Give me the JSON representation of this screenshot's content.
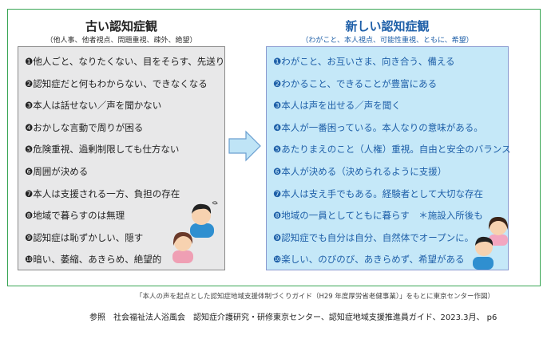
{
  "old_view": {
    "title": "古い認知症観",
    "subtitle": "（他人事、他者視点、問題重視、疎外、絶望）",
    "items": [
      "❶他人ごと、なりたくない、目をそらす、先送り",
      "❷認知症だと何もわからない、できなくなる",
      "❸本人は話せない／声を聞かない",
      "❹おかしな言動で周りが困る",
      "❺危険重視、過剰制限しても仕方ない",
      "❻周囲が決める",
      "❼本人は支援される一方、負担の存在",
      "❽地域で暮らすのは無理",
      "❾認知症は恥ずかしい、隠す",
      "❿暗い、萎縮、あきらめ、絶望的"
    ]
  },
  "new_view": {
    "title": "新しい認知症観",
    "subtitle": "（わがこと、本人視点、可能性重視、ともに、希望）",
    "items": [
      "❶わがこと、お互いさま、向き合う、備える",
      "❷わかること、できることが豊富にある",
      "❸本人は声を出せる／声を聞く",
      "❹本人が一番困っている。本人なりの意味がある。",
      "❺あたりまえのこと（人権）重視。自由と安全のバランス",
      "❻本人が決める（決められるように支援）",
      "❼本人は支え手でもある。経験者として大切な存在",
      "❽地域の一員としてともに暮らす　＊施設入所後も",
      "❾認知症でも自分は自分、自然体でオープンに。",
      "❿楽しい、のびのび、あきらめず、希望がある"
    ]
  },
  "source_note": "「本人の声を起点とした認知症地域支援体制づくりガイド（H29 年度厚労省老健事業）」をもとに東京センター作図）",
  "reference": "参照　社会福祉法人浴風会　認知症介護研究・研修東京センター、認知症地域支援推進員ガイド、2023.3月、 p6",
  "colors": {
    "frame": "#3aa655",
    "old_bg": "#e8e8e9",
    "new_bg": "#c5e8f8",
    "new_text": "#1e5fa8",
    "arrow": "#bfe4f6"
  }
}
